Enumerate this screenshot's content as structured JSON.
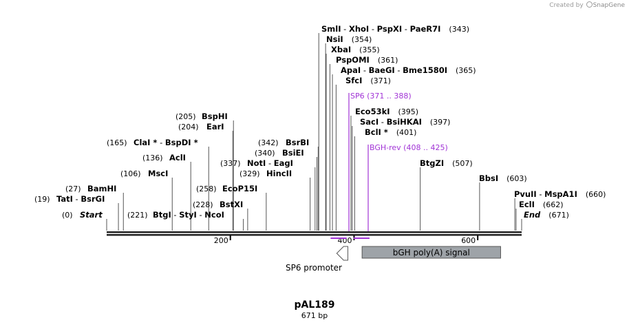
{
  "credit": {
    "prefix": "Created by",
    "brand": "SnapGene"
  },
  "map": {
    "name": "pAL189",
    "length_label": "671 bp",
    "length": 671,
    "ticks": [
      {
        "pos": 200,
        "label": "200"
      },
      {
        "pos": 400,
        "label": "400"
      },
      {
        "pos": 600,
        "label": "600"
      }
    ],
    "sites": [
      {
        "pos": 343,
        "num": "(343)",
        "names": [
          "SmlI",
          "XhoI",
          "PspXI",
          "PaeR7I"
        ]
      },
      {
        "pos": 354,
        "num": "(354)",
        "names": [
          "NsiI"
        ]
      },
      {
        "pos": 355,
        "num": "(355)",
        "names": [
          "XbaI"
        ]
      },
      {
        "pos": 361,
        "num": "(361)",
        "names": [
          "PspOMI"
        ]
      },
      {
        "pos": 365,
        "num": "(365)",
        "names": [
          "ApaI",
          "BaeGI",
          "Bme1580I"
        ]
      },
      {
        "pos": 371,
        "num": "(371)",
        "names": [
          "SfcI"
        ]
      },
      {
        "pos": 395,
        "num": "(395)",
        "names": [
          "Eco53kI"
        ]
      },
      {
        "pos": 397,
        "num": "(397)",
        "names": [
          "SacI",
          "BsiHKAI"
        ]
      },
      {
        "pos": 401,
        "num": "(401)",
        "names": [
          "BclI *"
        ]
      },
      {
        "pos": 507,
        "num": "(507)",
        "names": [
          "BtgZI"
        ]
      },
      {
        "pos": 603,
        "num": "(603)",
        "names": [
          "BbsI"
        ]
      },
      {
        "pos": 660,
        "num": "(660)",
        "names": [
          "PvuII",
          "MspA1I"
        ]
      },
      {
        "pos": 662,
        "num": "(662)",
        "names": [
          "EclI"
        ]
      },
      {
        "pos": 671,
        "num": "(671)",
        "names": [
          "End"
        ],
        "italic": true
      },
      {
        "pos": 205,
        "num": "(205)",
        "names": [
          "BspHI"
        ]
      },
      {
        "pos": 204,
        "num": "(204)",
        "names": [
          "EarI"
        ]
      },
      {
        "pos": 165,
        "num": "(165)",
        "names": [
          "ClaI *",
          "BspDI *"
        ]
      },
      {
        "pos": 136,
        "num": "(136)",
        "names": [
          "AclI"
        ]
      },
      {
        "pos": 106,
        "num": "(106)",
        "names": [
          "MscI"
        ]
      },
      {
        "pos": 27,
        "num": "(27)",
        "names": [
          "BamHI"
        ]
      },
      {
        "pos": 19,
        "num": "(19)",
        "names": [
          "TatI",
          "BsrGI"
        ]
      },
      {
        "pos": 0,
        "num": "(0)",
        "names": [
          "Start"
        ],
        "italic": true
      },
      {
        "pos": 221,
        "num": "(221)",
        "names": [
          "BtgI",
          "StyI",
          "NcoI"
        ]
      },
      {
        "pos": 258,
        "num": "(258)",
        "names": [
          "EcoP15I"
        ]
      },
      {
        "pos": 228,
        "num": "(228)",
        "names": [
          "BstXI"
        ]
      },
      {
        "pos": 342,
        "num": "(342)",
        "names": [
          "BsrBI"
        ]
      },
      {
        "pos": 340,
        "num": "(340)",
        "names": [
          "BsiEI"
        ]
      },
      {
        "pos": 337,
        "num": "(337)",
        "names": [
          "NotI",
          "EagI"
        ]
      },
      {
        "pos": 329,
        "num": "(329)",
        "names": [
          "HincII"
        ]
      }
    ],
    "primers": [
      {
        "name": "SP6",
        "range": "(371 .. 388)",
        "start": 371,
        "end": 388,
        "color": "#a133d6"
      },
      {
        "name": "BGH-rev",
        "range": "(408 .. 425)",
        "start": 408,
        "end": 425,
        "color": "#a133d6"
      }
    ],
    "features": [
      {
        "name": "SP6 promoter",
        "type": "promoter",
        "start": 372,
        "end": 390,
        "color": "#ffffff"
      },
      {
        "name": "bGH poly(A) signal",
        "type": "polyA",
        "start": 413,
        "end": 637,
        "color": "#9ea3a8"
      }
    ]
  }
}
